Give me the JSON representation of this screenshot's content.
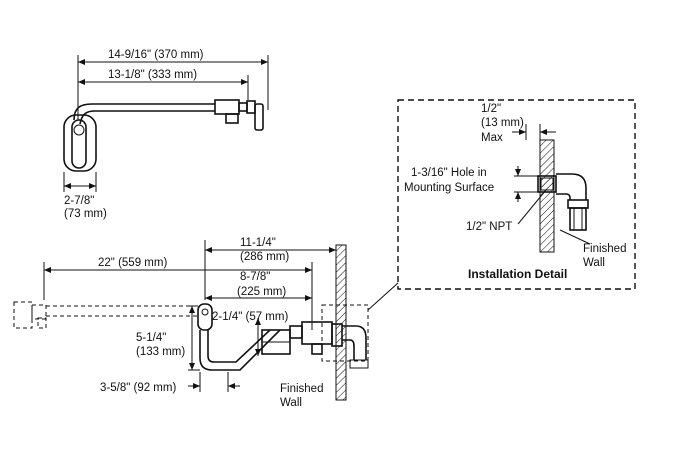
{
  "top_view": {
    "dim_overall": "14-9/16\" (370 mm)",
    "dim_reach": "13-1/8\" (333 mm)",
    "dim_depth_in": "2-7/8\"",
    "dim_depth_mm": "(73 mm)"
  },
  "side_view": {
    "dim_extended": "22\" (559 mm)",
    "dim_length": "11-1/4\"",
    "dim_length_mm": "(286 mm)",
    "dim_arm": "8-7/8\"",
    "dim_arm_mm": "(225 mm)",
    "dim_drop": "2-1/4\" (57 mm)",
    "dim_height_in": "5-1/4\"",
    "dim_height_mm": "(133 mm)",
    "dim_base": "3-5/8\" (92 mm)",
    "finished_wall_1": "Finished",
    "finished_wall_2": "Wall"
  },
  "detail": {
    "max_in": "1/2\"",
    "max_mm": "(13 mm)",
    "max_label": "Max",
    "hole_1": "1-3/16\" Hole in",
    "hole_2": "Mounting Surface",
    "npt": "1/2\" NPT",
    "finished_wall_1": "Finished",
    "finished_wall_2": "Wall",
    "title": "Installation Detail"
  }
}
